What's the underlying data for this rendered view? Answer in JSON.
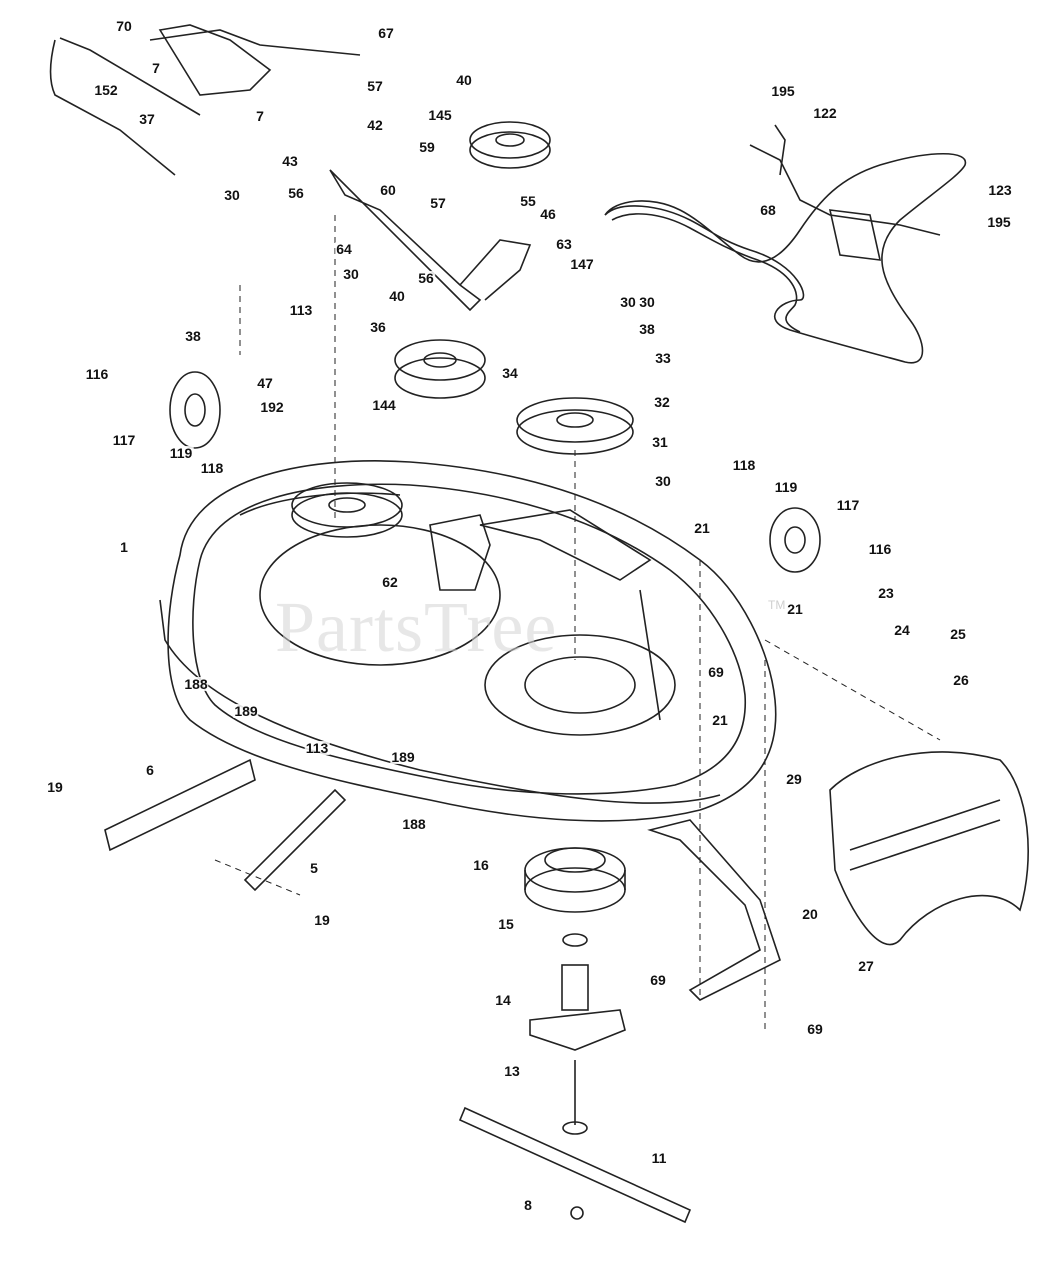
{
  "watermark": {
    "text": "PartsTree",
    "tm": "TM"
  },
  "labels": [
    "70",
    "67",
    "40",
    "57",
    "42",
    "145",
    "152",
    "7",
    "7",
    "37",
    "43",
    "56",
    "60",
    "59",
    "55",
    "57",
    "46",
    "64",
    "63",
    "147",
    "30",
    "30",
    "38",
    "113",
    "30",
    "40",
    "56",
    "30",
    "38",
    "36",
    "34",
    "33",
    "116",
    "47",
    "192",
    "144",
    "32",
    "117",
    "119",
    "118",
    "31",
    "30",
    "118",
    "119",
    "117",
    "116",
    "1",
    "21",
    "62",
    "21",
    "23",
    "24",
    "25",
    "69",
    "26",
    "188",
    "189",
    "113",
    "21",
    "189",
    "188",
    "6",
    "19",
    "29",
    "16",
    "5",
    "19",
    "15",
    "20",
    "27",
    "69",
    "14",
    "69",
    "13",
    "11",
    "8",
    "68",
    "195",
    "122",
    "123",
    "195"
  ],
  "colors": {
    "line": "#222222",
    "label": "#111111",
    "watermark": "#d4d4d4"
  }
}
